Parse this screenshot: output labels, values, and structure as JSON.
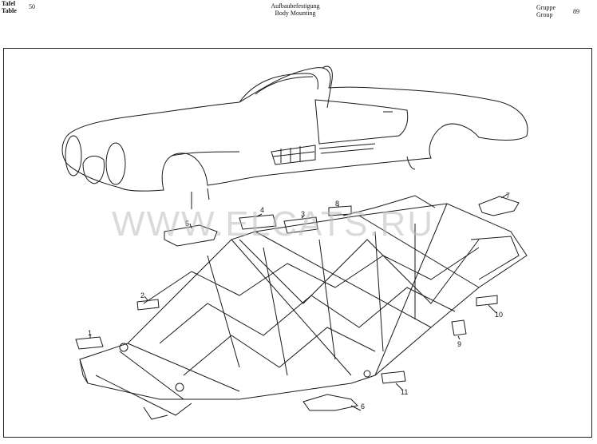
{
  "header": {
    "tafel_label": "Tafel",
    "table_label": "Table",
    "table_number": "50",
    "title_de": "Aufbaubefestigung",
    "title_en": "Body Mounting",
    "gruppe_label": "Gruppe",
    "group_label": "Group",
    "group_number": "89"
  },
  "watermark": "WWW.ELCATS.RU",
  "callouts": {
    "c1": "1",
    "c2": "2",
    "c3": "3",
    "c4": "4",
    "c5": "5",
    "c6": "6",
    "c7": "7",
    "c8": "8",
    "c9": "9",
    "c10": "10",
    "c11": "11"
  }
}
